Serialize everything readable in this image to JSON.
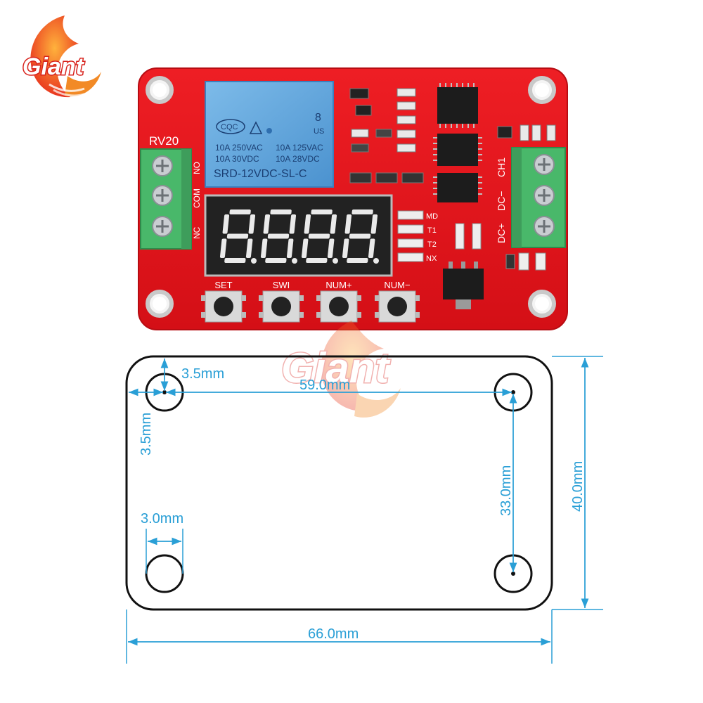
{
  "logo": {
    "text": "Giant"
  },
  "watermark": {
    "text": "Giant"
  },
  "board": {
    "terminal_left": "RV20",
    "left_pins": [
      "NO",
      "COM",
      "NC"
    ],
    "right_pins": [
      "CH1",
      "DC−",
      "DC+"
    ],
    "relay": {
      "logo": "CQC",
      "number": "8",
      "us_mark": "US",
      "spec_row1_left": "10A 250VAC",
      "spec_row1_right": "10A 125VAC",
      "spec_row2_left": "10A  30VDC",
      "spec_row2_right": "10A  28VDC",
      "model": "SRD-12VDC-SL-C"
    },
    "display_digits": [
      "8",
      "8",
      "8",
      "8"
    ],
    "indicators": [
      "MD",
      "T1",
      "T2",
      "NX"
    ],
    "buttons": [
      "SET",
      "SWI",
      "NUM+",
      "NUM−"
    ]
  },
  "dimensions": {
    "hole_offset": "3.5mm",
    "hole_spacing_h": "59.0mm",
    "hole_offset_v": "3.5mm",
    "hole_diameter": "3.0mm",
    "hole_spacing_v": "33.0mm",
    "board_height": "40.0mm",
    "board_width": "66.0mm"
  },
  "colors": {
    "pcb": "#e8141c",
    "terminal": "#49b86a",
    "relay": "#5aa3dc",
    "dimension": "#2a9fd6"
  }
}
